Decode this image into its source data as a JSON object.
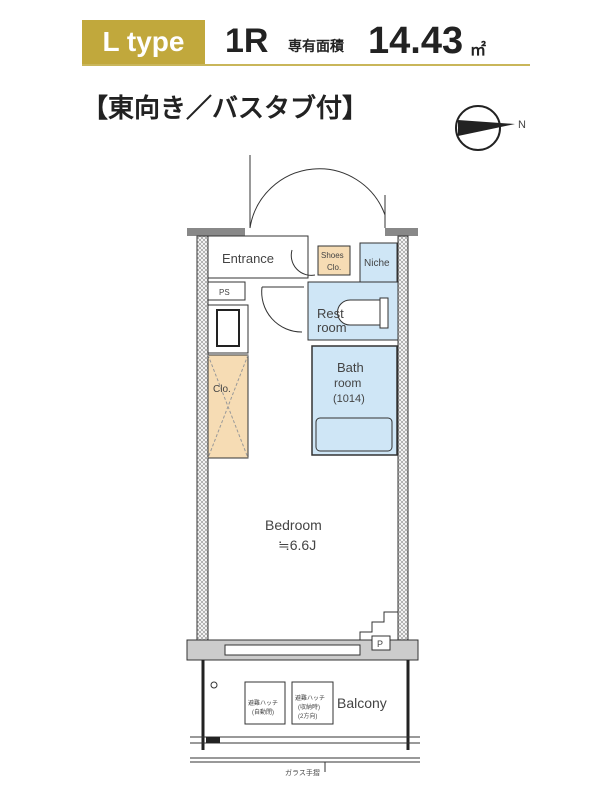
{
  "header": {
    "type_label": "L type",
    "layout": "1R",
    "area_label": "専有面積",
    "area_value": "14.43",
    "area_unit": "㎡"
  },
  "subtitle": "【東向き／バスタブ付】",
  "compass": {
    "label": "N"
  },
  "rooms": {
    "entrance": "Entrance",
    "shoes_clo_1": "Shoes",
    "shoes_clo_2": "Clo.",
    "niche": "Niche",
    "ps": "PS",
    "rest_1": "Rest",
    "rest_2": "room",
    "bath_1": "Bath",
    "bath_2": "room",
    "bath_3": "(1014)",
    "clo": "Clo.",
    "bedroom": "Bedroom",
    "bedroom_size": "≒6.6J",
    "p": "P",
    "balcony": "Balcony",
    "hatch1_1": "避難ハッチ",
    "hatch1_2": "(自動閉)",
    "hatch2_1": "避難ハッチ",
    "hatch2_2": "(収納時)",
    "hatch2_3": "(2方向)",
    "glass_rail": "ガラス手摺"
  },
  "colors": {
    "gold": "#c1a83c",
    "wet": "#cfe6f6",
    "storage": "#f6dcb4"
  }
}
